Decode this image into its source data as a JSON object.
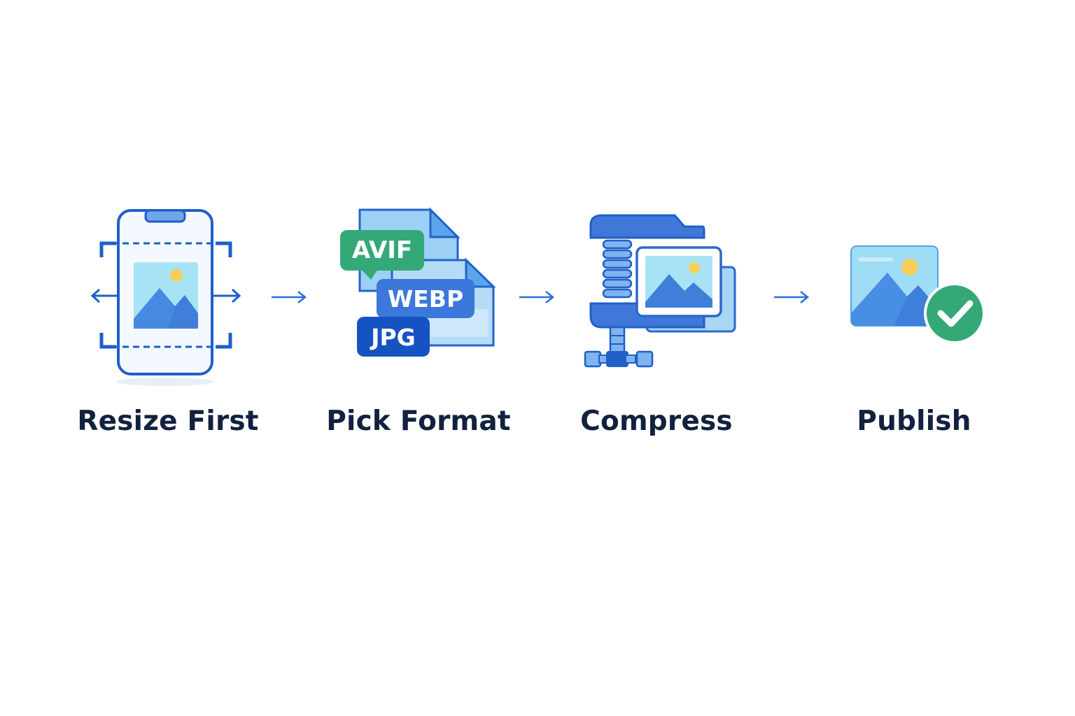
{
  "steps": [
    {
      "label": "Resize First",
      "icon": "resize-phone-icon"
    },
    {
      "label": "Pick Format",
      "icon": "file-formats-icon",
      "badges": {
        "avif": "AVIF",
        "webp": "WEBP",
        "jpg": "JPG"
      }
    },
    {
      "label": "Compress",
      "icon": "clamp-compress-icon"
    },
    {
      "label": "Publish",
      "icon": "image-check-icon"
    }
  ],
  "colors": {
    "primary_blue": "#1f5fc8",
    "light_blue": "#8fd0f2",
    "green": "#3aaa7a",
    "text_dark": "#12213f",
    "sun_yellow": "#f6cf5a"
  }
}
